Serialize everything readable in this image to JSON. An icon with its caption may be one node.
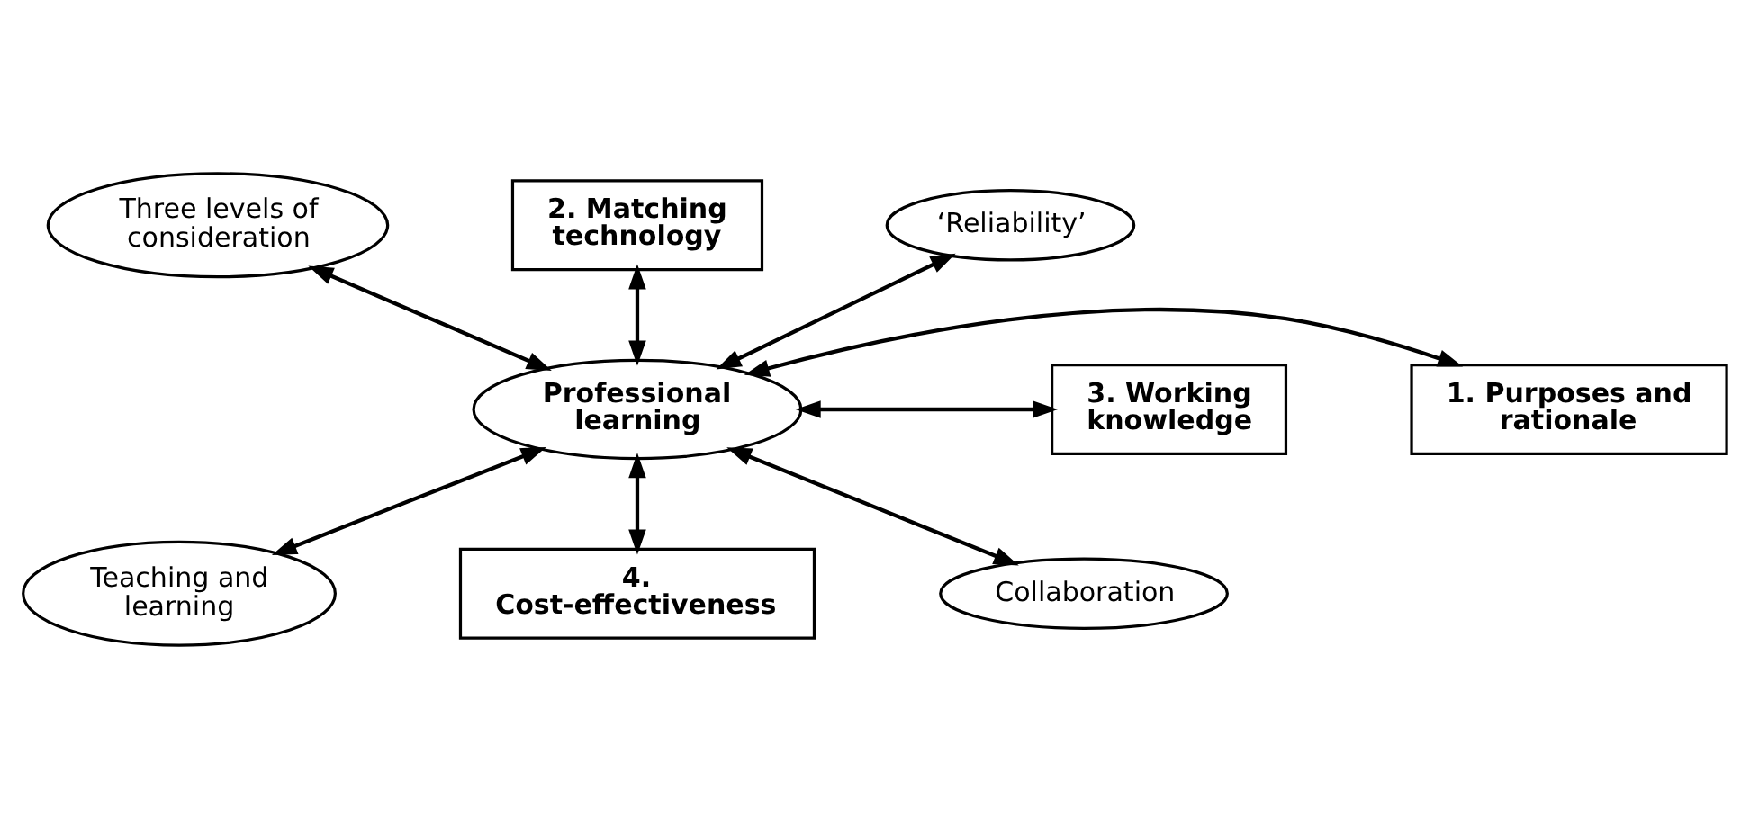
{
  "diagram": {
    "nodes": [
      {
        "text": [
          "Three levels of consideration"
        ]
      },
      {
        "text": [
          "2. Matching technology"
        ]
      },
      {
        "text": [
          "‘Reliability’"
        ]
      },
      {
        "text": [
          "1. Purposes and rationale"
        ]
      },
      {
        "text": [
          "Professional learning"
        ]
      },
      {
        "text": [
          "3. Working knowledge"
        ]
      },
      {
        "text": [
          "Teaching and learning"
        ]
      },
      {
        "text": [
          "4. Cost-effectiveness"
        ]
      },
      {
        "text": [
          "Collaboration"
        ]
      }
    ],
    "edges": [
      {
        "from": 4,
        "to": 0,
        "arrow": "both"
      },
      {
        "from": 4,
        "to": 1,
        "arrow": "both"
      },
      {
        "from": 4,
        "to": 2,
        "arrow": "both"
      },
      {
        "from": 4,
        "to": 3,
        "arrow": "both"
      },
      {
        "from": 4,
        "to": 5,
        "arrow": "both"
      },
      {
        "from": 4,
        "to": 6,
        "arrow": "both"
      },
      {
        "from": 4,
        "to": 7,
        "arrow": "both"
      },
      {
        "from": 4,
        "to": 8,
        "arrow": "both"
      }
    ]
  }
}
